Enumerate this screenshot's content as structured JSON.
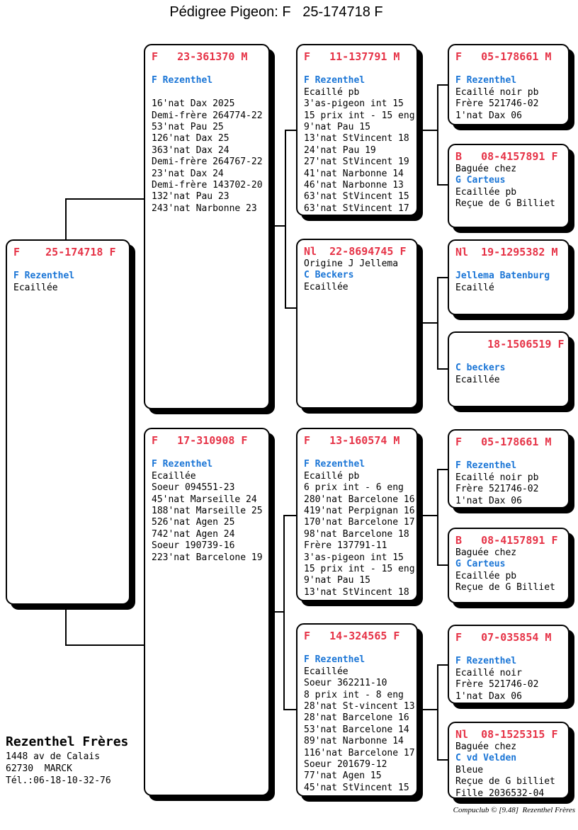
{
  "title": "Pédigree Pigeon: F   25-174718 F",
  "colors": {
    "header_red": "#e63347",
    "name_blue": "#1a75d6",
    "line_black": "#000000"
  },
  "boxes": [
    {
      "id": "subject",
      "header": "F    25-174718 F",
      "lines": [
        [
          "",
          ""
        ],
        [
          "F Rezenthel",
          "blue"
        ],
        [
          "Ecaillée",
          "black"
        ]
      ]
    },
    {
      "id": "p1",
      "header": "F   23-361370 M",
      "lines": [
        [
          "",
          ""
        ],
        [
          "F Rezenthel",
          "blue"
        ],
        [
          "",
          ""
        ],
        [
          "16'nat Dax 2025",
          "black"
        ],
        [
          "Demi-frère 264774-22",
          "black"
        ],
        [
          "53'nat Pau 25",
          "black"
        ],
        [
          "126'nat Dax 25",
          "black"
        ],
        [
          "363'nat Dax 24",
          "black"
        ],
        [
          "Demi-frère 264767-22",
          "black"
        ],
        [
          "23'nat Dax 24",
          "black"
        ],
        [
          "Demi-frère 143702-20",
          "black"
        ],
        [
          "132'nat Pau 23",
          "black"
        ],
        [
          "243'nat Narbonne 23",
          "black"
        ]
      ]
    },
    {
      "id": "p2",
      "header": "F   17-310908 F",
      "lines": [
        [
          "",
          ""
        ],
        [
          "F Rezenthel",
          "blue"
        ],
        [
          "Ecaillée",
          "black"
        ],
        [
          "Soeur 094551-23",
          "black"
        ],
        [
          "45'nat Marseille 24",
          "black"
        ],
        [
          "188'nat Marseille 25",
          "black"
        ],
        [
          "526'nat Agen 25",
          "black"
        ],
        [
          "742'nat Agen 24",
          "black"
        ],
        [
          "Soeur 190739-16",
          "black"
        ],
        [
          "223'nat Barcelone 19",
          "black"
        ]
      ]
    },
    {
      "id": "g1",
      "header": "F   11-137791 M",
      "lines": [
        [
          "",
          ""
        ],
        [
          "F Rezenthel",
          "blue"
        ],
        [
          "Ecaillé pb",
          "black"
        ],
        [
          "3'as-pigeon int 15",
          "black"
        ],
        [
          "15 prix int - 15 eng",
          "black"
        ],
        [
          "9'nat Pau 15",
          "black"
        ],
        [
          "13'nat StVincent 18",
          "black"
        ],
        [
          "24'nat Pau 19",
          "black"
        ],
        [
          "27'nat StVincent 19",
          "black"
        ],
        [
          "41'nat Narbonne 14",
          "black"
        ],
        [
          "46'nat Narbonne 13",
          "black"
        ],
        [
          "63'nat StVincent 15",
          "black"
        ],
        [
          "63'nat StVincent 17",
          "black"
        ]
      ]
    },
    {
      "id": "g2",
      "header": "Nl  22-8694745 F",
      "lines": [
        [
          "Origine J Jellema",
          "black"
        ],
        [
          "C Beckers",
          "blue"
        ],
        [
          "Ecaillée",
          "black"
        ]
      ]
    },
    {
      "id": "g3",
      "header": "F   13-160574 M",
      "lines": [
        [
          "",
          ""
        ],
        [
          "F Rezenthel",
          "blue"
        ],
        [
          "Ecaillé pb",
          "black"
        ],
        [
          "6 prix int - 6 eng",
          "black"
        ],
        [
          "280'nat Barcelone 16",
          "black"
        ],
        [
          "419'nat Perpignan 16",
          "black"
        ],
        [
          "170'nat Barcelone 17",
          "black"
        ],
        [
          "98'nat Barcelone 18",
          "black"
        ],
        [
          "Frère 137791-11",
          "black"
        ],
        [
          "3'as-pigeon int 15",
          "black"
        ],
        [
          "15 prix int - 15 eng",
          "black"
        ],
        [
          "9'nat Pau 15",
          "black"
        ],
        [
          "13'nat StVincent 18",
          "black"
        ]
      ]
    },
    {
      "id": "g4",
      "header": "F   14-324565 F",
      "lines": [
        [
          "",
          ""
        ],
        [
          "F Rezenthel",
          "blue"
        ],
        [
          "Ecaillée",
          "black"
        ],
        [
          "Soeur 362211-10",
          "black"
        ],
        [
          "8 prix int - 8 eng",
          "black"
        ],
        [
          "28'nat St-vincent 13",
          "black"
        ],
        [
          "28'nat Barcelone 16",
          "black"
        ],
        [
          "53'nat Barcelone 14",
          "black"
        ],
        [
          "89'nat Narbonne 14",
          "black"
        ],
        [
          "116'nat Barcelone 17",
          "black"
        ],
        [
          "Soeur 201679-12",
          "black"
        ],
        [
          "77'nat Agen 15",
          "black"
        ],
        [
          "45'nat StVincent 15",
          "black"
        ]
      ]
    },
    {
      "id": "gg1",
      "header": "F   05-178661 M",
      "lines": [
        [
          "",
          ""
        ],
        [
          "F Rezenthel",
          "blue"
        ],
        [
          "Ecaillé noir pb",
          "black"
        ],
        [
          "Frère 521746-02",
          "black"
        ],
        [
          "1'nat Dax 06",
          "black"
        ]
      ]
    },
    {
      "id": "gg2",
      "header": "B   08-4157891 F",
      "lines": [
        [
          "Baguée chez",
          "black"
        ],
        [
          "G Carteus",
          "blue"
        ],
        [
          "Ecaillée pb",
          "black"
        ],
        [
          "Reçue de G Billiet",
          "black"
        ]
      ]
    },
    {
      "id": "gg3",
      "header": "Nl  19-1295382 M",
      "lines": [
        [
          "",
          ""
        ],
        [
          "Jellema Batenburg",
          "blue"
        ],
        [
          "Ecaillé",
          "black"
        ]
      ]
    },
    {
      "id": "gg4",
      "header": "     18-1506519 F",
      "lines": [
        [
          "",
          ""
        ],
        [
          "C beckers",
          "blue"
        ],
        [
          "Ecaillée",
          "black"
        ]
      ]
    },
    {
      "id": "gg5",
      "header": "F   05-178661 M",
      "lines": [
        [
          "",
          ""
        ],
        [
          "F Rezenthel",
          "blue"
        ],
        [
          "Ecaillé noir pb",
          "black"
        ],
        [
          "Frère 521746-02",
          "black"
        ],
        [
          "1'nat Dax 06",
          "black"
        ]
      ]
    },
    {
      "id": "gg6",
      "header": "B   08-4157891 F",
      "lines": [
        [
          "Baguée chez",
          "black"
        ],
        [
          "G Carteus",
          "blue"
        ],
        [
          "Ecaillée pb",
          "black"
        ],
        [
          "Reçue de G Billiet",
          "black"
        ]
      ]
    },
    {
      "id": "gg7",
      "header": "F   07-035854 M",
      "lines": [
        [
          "",
          ""
        ],
        [
          "F Rezenthel",
          "blue"
        ],
        [
          "Ecaillé noir",
          "black"
        ],
        [
          "Frère 521746-02",
          "black"
        ],
        [
          "1'nat Dax 06",
          "black"
        ]
      ]
    },
    {
      "id": "gg8",
      "header": "Nl  08-1525315 F",
      "lines": [
        [
          "Baguée chez",
          "black"
        ],
        [
          "C vd Velden",
          "blue"
        ],
        [
          "Bleue",
          "black"
        ],
        [
          "Reçue de G billiet",
          "black"
        ],
        [
          "Fille 2036532-04",
          "black"
        ]
      ]
    }
  ],
  "footer": {
    "owner_name": "Rezenthel Frères",
    "address_line1": "1448 av de Calais",
    "address_line2": "62730  MARCK",
    "phone": "Tél.:06-18-10-32-76"
  },
  "credit": "Compuclub © [9.48]  Rezenthel Frères"
}
